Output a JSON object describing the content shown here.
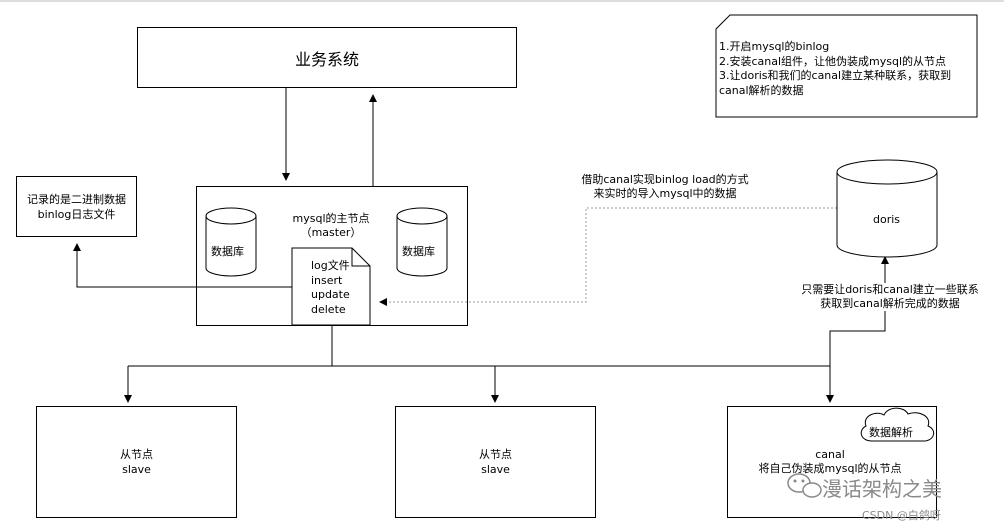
{
  "business_system": {
    "label": "业务系统"
  },
  "binlog_note": {
    "lines": [
      "记录的是二进制数据",
      "binlog日志文件"
    ]
  },
  "master": {
    "title_lines": [
      "mysql的主节点",
      "（master）"
    ],
    "db_left": "数据库",
    "db_right": "数据库",
    "log_doc": [
      "log文件",
      "insert",
      "update",
      "delete"
    ]
  },
  "doris": {
    "label": "doris"
  },
  "load_note": {
    "lines": [
      "借助canal实现binlog load的方式",
      "来实时的导入mysql中的数据"
    ]
  },
  "link_note": {
    "lines": [
      "只需要让doris和canal建立一些联系",
      "获取到canal解析完成的数据"
    ]
  },
  "steps_note": {
    "lines": [
      "1.开启mysql的binlog",
      "2.安装canal组件，让他伪装成mysql的从节点",
      "3.让doris和我们的canal建立某种联系，获取到",
      "canal解析的数据"
    ]
  },
  "slave1": {
    "lines": [
      "从节点",
      "slave"
    ]
  },
  "slave2": {
    "lines": [
      "从节点",
      "slave"
    ]
  },
  "canal": {
    "cloud": "数据解析",
    "lines": [
      "canal",
      "将自己伪装成mysql的从节点"
    ]
  },
  "watermark": {
    "main": "漫话架构之美",
    "sub": "CSDN @白鸽呀"
  }
}
